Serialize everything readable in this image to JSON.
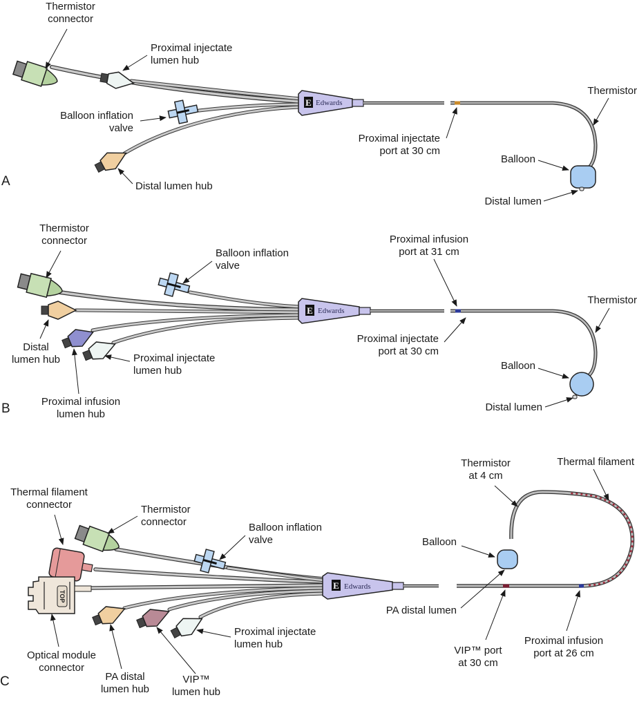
{
  "figure": {
    "title": "Pulmonary artery catheters",
    "colors": {
      "tube": "#bdbdbd",
      "tube_outline": "#333333",
      "hub_body": "#c8c4ec",
      "balloon": "#a9cdf2",
      "thermistor_connector": "#c7e0b5",
      "distal_hub": "#f0cfa0",
      "injectate_hub": "#eef5f3",
      "balloon_valve": "#bcd7f2",
      "infusion_hub_b": "#8f8fcf",
      "thermal_filament_connector": "#e59a9a",
      "optical_connector": "#efe6da",
      "vip_hub": "#b98a96",
      "injectate_port": "#c98a2a",
      "infusion_port": "#2b3a9c",
      "vip_port": "#7a1f33",
      "filament_marks": "#a22a3a"
    },
    "brand": {
      "initial": "E",
      "name": "Edwards"
    }
  },
  "panels": [
    {
      "id": "A",
      "label": "A",
      "annotations": {
        "thermistor_connector": [
          "Thermistor",
          "connector"
        ],
        "proximal_injectate_hub": [
          "Proximal injectate",
          "lumen hub"
        ],
        "balloon_inflation_valve": [
          "Balloon inflation",
          "valve"
        ],
        "distal_lumen_hub": [
          "Distal lumen hub"
        ],
        "proximal_injectate_port": [
          "Proximal injectate",
          "port at 30 cm"
        ],
        "thermistor": [
          "Thermistor"
        ],
        "balloon": [
          "Balloon"
        ],
        "distal_lumen": [
          "Distal lumen"
        ]
      }
    },
    {
      "id": "B",
      "label": "B",
      "annotations": {
        "thermistor_connector": [
          "Thermistor",
          "connector"
        ],
        "balloon_inflation_valve": [
          "Balloon inflation",
          "valve"
        ],
        "distal_lumen_hub": [
          "Distal",
          "lumen hub"
        ],
        "proximal_injectate_hub": [
          "Proximal injectate",
          "lumen hub"
        ],
        "proximal_infusion_hub": [
          "Proximal infusion",
          "lumen hub"
        ],
        "proximal_infusion_port": [
          "Proximal infusion",
          "port at 31 cm"
        ],
        "proximal_injectate_port": [
          "Proximal injectate",
          "port at 30 cm"
        ],
        "thermistor": [
          "Thermistor"
        ],
        "balloon": [
          "Balloon"
        ],
        "distal_lumen": [
          "Distal lumen"
        ]
      }
    },
    {
      "id": "C",
      "label": "C",
      "annotations": {
        "thermal_filament_connector": [
          "Thermal filament",
          "connector"
        ],
        "thermistor_connector": [
          "Thermistor",
          "connector"
        ],
        "balloon_inflation_valve": [
          "Balloon inflation",
          "valve"
        ],
        "optical_module_connector": [
          "Optical module",
          "connector"
        ],
        "pa_distal_hub": [
          "PA distal",
          "lumen hub"
        ],
        "vip_hub": [
          "VIP™",
          "lumen hub"
        ],
        "proximal_injectate_hub": [
          "Proximal injectate",
          "lumen hub"
        ],
        "thermistor": [
          "Thermistor",
          "at 4 cm"
        ],
        "thermal_filament": [
          "Thermal filament"
        ],
        "balloon": [
          "Balloon"
        ],
        "pa_distal_lumen": [
          "PA distal lumen"
        ],
        "vip_port": [
          "VIP™ port",
          "at 30 cm"
        ],
        "proximal_infusion_port": [
          "Proximal infusion",
          "port at 26 cm"
        ],
        "optical_top_marking": "TOP"
      }
    }
  ]
}
